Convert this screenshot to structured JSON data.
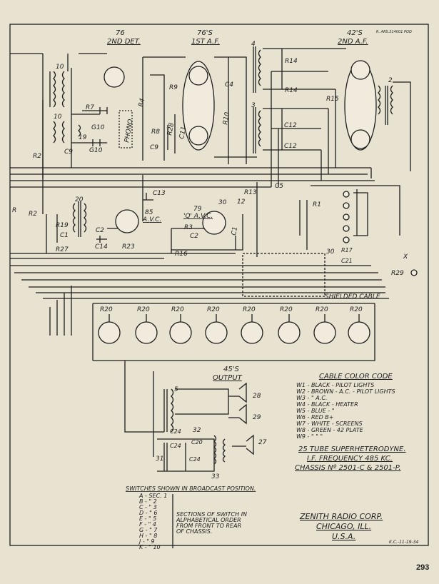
{
  "tubes_top": {
    "det": {
      "type": "76",
      "role": "2ND DET."
    },
    "af1": {
      "type": "76'S",
      "role": "1ST A.F."
    },
    "af2": {
      "type": "42'S",
      "role": "2ND A.F."
    },
    "avc": {
      "type": "85",
      "role": "A.V.C."
    },
    "qavc": {
      "type": "79",
      "role": "'Q' A.V.C."
    }
  },
  "drawing_number": "R. ARS.314001 POD",
  "components": {
    "r7": "R7",
    "g10a": "G10",
    "g10b": "G10",
    "c19": "19",
    "c9a": "C9",
    "phono": "PHONO",
    "r4": "R4",
    "r9": "R9",
    "r8": "R8",
    "r28": "R28",
    "c11": "C11",
    "c9b": "C9",
    "c4": "C4",
    "r10": "R10",
    "t4": "4",
    "t3": "3",
    "r14a": "R14",
    "r14b": "R14",
    "c12a": "C12",
    "c12b": "C12",
    "r15": "R15",
    "t2": "2",
    "t10a": "10",
    "t10b": "10",
    "r2a": "R2",
    "r2b": "R2",
    "t20": "20",
    "r19": "R19",
    "c1a": "C1",
    "c2a": "C2",
    "c14": "C14",
    "r23": "R23",
    "r27": "R27",
    "c13": "C13",
    "r13": "R13",
    "c5": "C5",
    "x30a": "30",
    "t12": "12",
    "r3": "R3",
    "c2b": "C2",
    "c1b": "C1",
    "r16": "R16",
    "r1": "R1",
    "x30b": "30",
    "r17": "R17",
    "c21": "C21",
    "x": "X",
    "r29": "R29",
    "r": "R",
    "shielded": "SHIELDED CABLE",
    "r20": [
      "R20",
      "R20",
      "R20",
      "R20",
      "R20",
      "R20",
      "R20",
      "R20"
    ],
    "out_type": "45'S",
    "out_role": "OUTPUT",
    "t5": "5",
    "sp28": "28",
    "sp29": "29",
    "c24a": "C24",
    "c24b": "C24",
    "c24c": "C24",
    "c20": "C20",
    "t32": "32",
    "t31": "31",
    "t33": "33",
    "sp27": "27"
  },
  "cable_code": {
    "title": "CABLE COLOR CODE",
    "rows": [
      "W1 - BLACK - PILOT LIGHTS",
      "W2 - BROWN - A.C. - PILOT LIGHTS",
      "W3 -    \"     A.C.",
      "W4 - BLACK - HEATER",
      "W5 - BLUE -    \"",
      "W6 - RED B+",
      "W7 - WHITE - SCREENS",
      "W8 - GREEN - 42 PLATE",
      "W9 -    \"    \"    \""
    ]
  },
  "spec": [
    "25 TUBE SUPERHETERODYNE.",
    "I.F. FREQUENCY 485 KC.",
    "CHASSIS Nº 2501-C & 2501-P."
  ],
  "switches": {
    "title": "SWITCHES SHOWN IN BROADCAST POSITION.",
    "rows": [
      "A - SEC. 1",
      "B -   \"   2",
      "C -   \"   3",
      "D -   \"   6",
      "E -   \"   5",
      "F -   \"   4",
      "G -   \"   7",
      "H -   \"   8",
      "J -   \"   9",
      "K -   \"   10"
    ],
    "note": [
      "SECTIONS OF SWITCH IN",
      "ALPHABETICAL ORDER",
      "FROM FRONT TO REAR",
      "OF CHASSIS."
    ]
  },
  "maker": [
    "ZENITH RADIO CORP.",
    "CHICAGO, ILL.",
    "U.S.A."
  ],
  "drawn_date": "K.C.-11-19-34",
  "page_number": "293"
}
